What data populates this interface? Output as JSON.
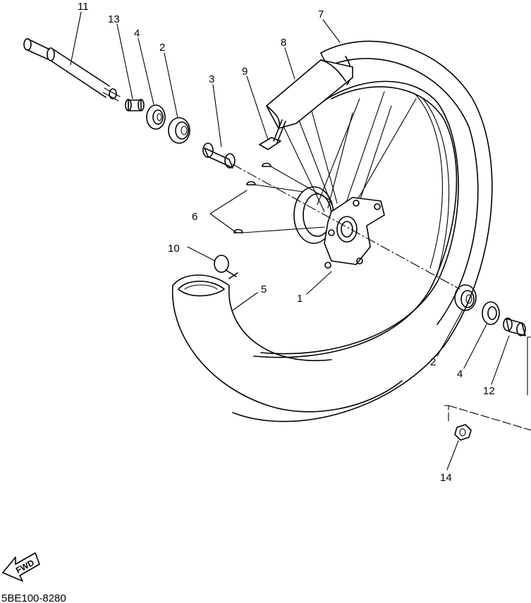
{
  "diagram_code": "5BE100-8280",
  "fwd_label": "FWD",
  "callouts": {
    "c1": "1",
    "c2a": "2",
    "c2b": "2",
    "c3": "3",
    "c4a": "4",
    "c4b": "4",
    "c5": "5",
    "c6": "6",
    "c7": "7",
    "c8": "8",
    "c9": "9",
    "c10": "10",
    "c11": "11",
    "c12": "12",
    "c13": "13",
    "c14": "14"
  },
  "colors": {
    "line": "#000000",
    "background": "#ffffff"
  }
}
